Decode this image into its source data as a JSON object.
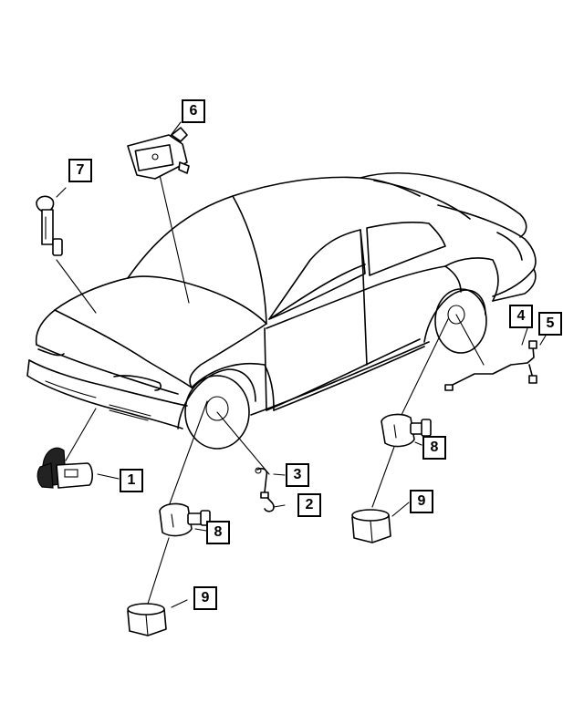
{
  "callouts": {
    "c1": "1",
    "c2": "2",
    "c3": "3",
    "c4": "4",
    "c5": "5",
    "c6": "6",
    "c7": "7",
    "c8a": "8",
    "c8b": "8",
    "c9a": "9",
    "c9b": "9"
  },
  "parts": [
    {
      "id": "c1",
      "icon": "key-fob-transmitter-icon"
    },
    {
      "id": "c2",
      "icon": "front-wiring-harness-icon"
    },
    {
      "id": "c3",
      "icon": "front-wiring-harness-icon"
    },
    {
      "id": "c4",
      "icon": "rear-wiring-harness-icon"
    },
    {
      "id": "c5",
      "icon": "rear-wiring-harness-icon"
    },
    {
      "id": "c6",
      "icon": "control-module-icon"
    },
    {
      "id": "c7",
      "icon": "antenna-receiver-icon"
    },
    {
      "id": "c8",
      "icon": "tire-pressure-sensor-icon"
    },
    {
      "id": "c9",
      "icon": "valve-stem-nut-icon"
    }
  ],
  "colors": {
    "line": "#000000",
    "background": "#ffffff"
  }
}
